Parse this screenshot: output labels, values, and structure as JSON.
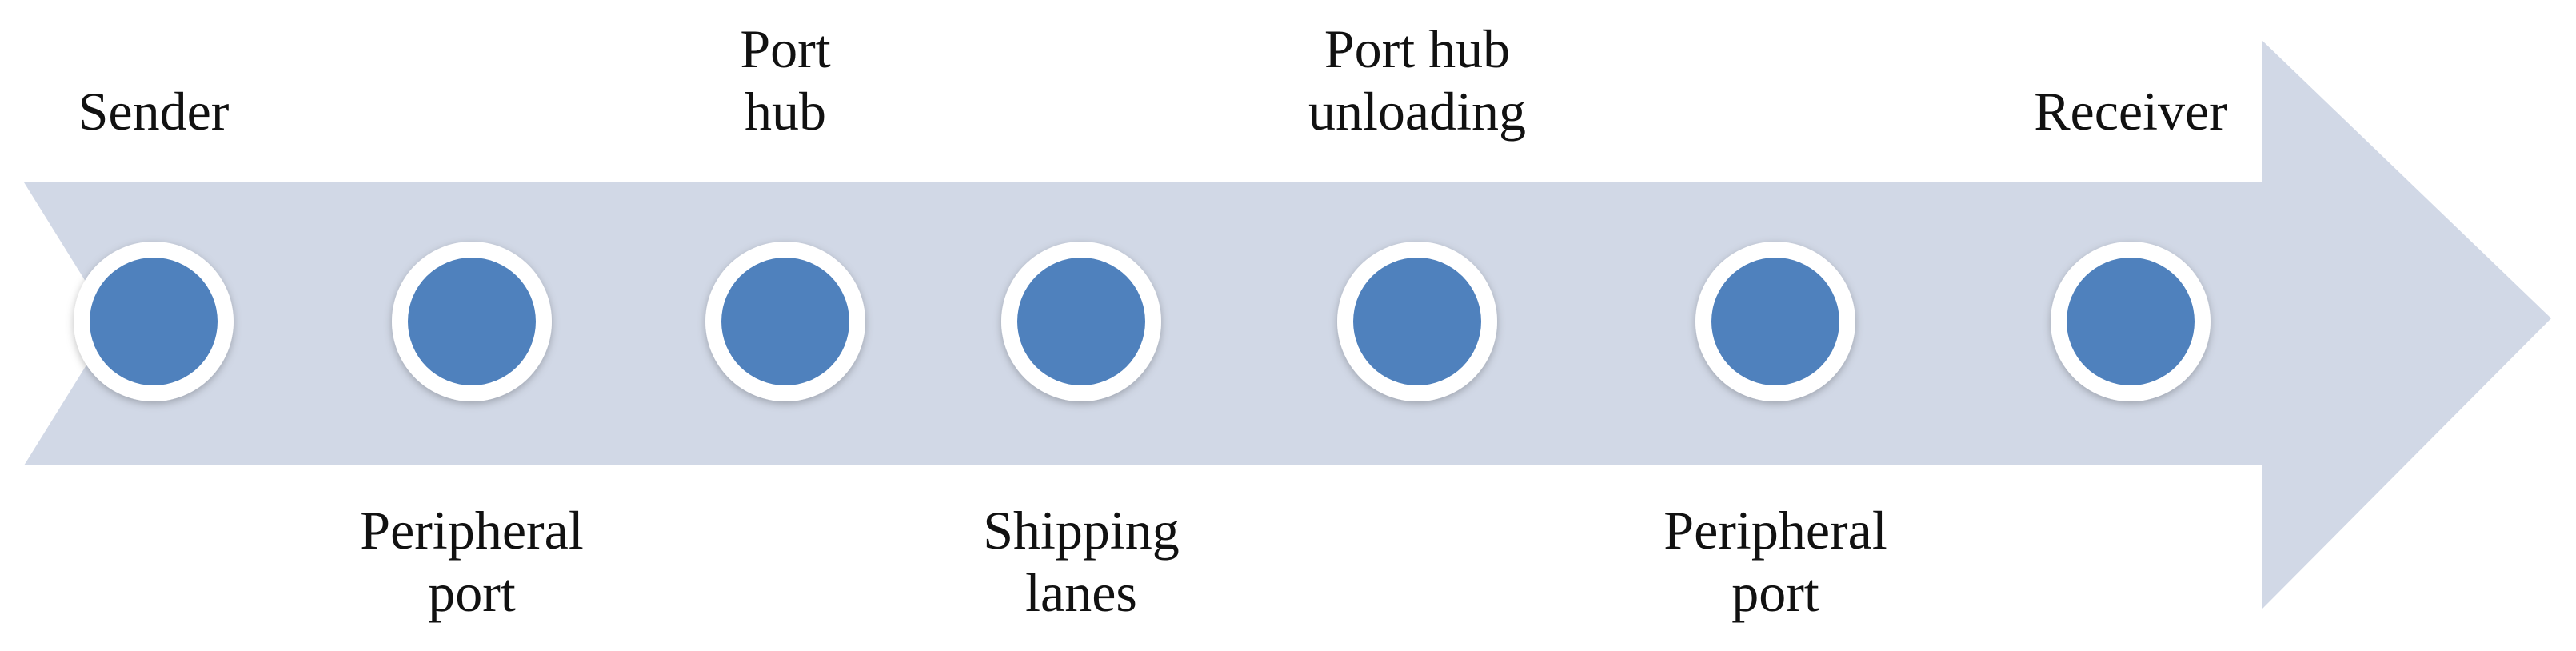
{
  "diagram": {
    "arrow_color": "#d1d8e6",
    "node_fill": "#4f81bd",
    "node_ring": "#ffffff",
    "nodes": [
      {
        "label": "Sender",
        "label_position": "top"
      },
      {
        "label": "Peripheral\nport",
        "label_position": "bottom"
      },
      {
        "label": "Port\nhub",
        "label_position": "top"
      },
      {
        "label": "Shipping\nlanes",
        "label_position": "bottom"
      },
      {
        "label": "Port hub\nunloading",
        "label_position": "top"
      },
      {
        "label": "Peripheral\nport",
        "label_position": "bottom"
      },
      {
        "label": "Receiver",
        "label_position": "top"
      }
    ]
  }
}
